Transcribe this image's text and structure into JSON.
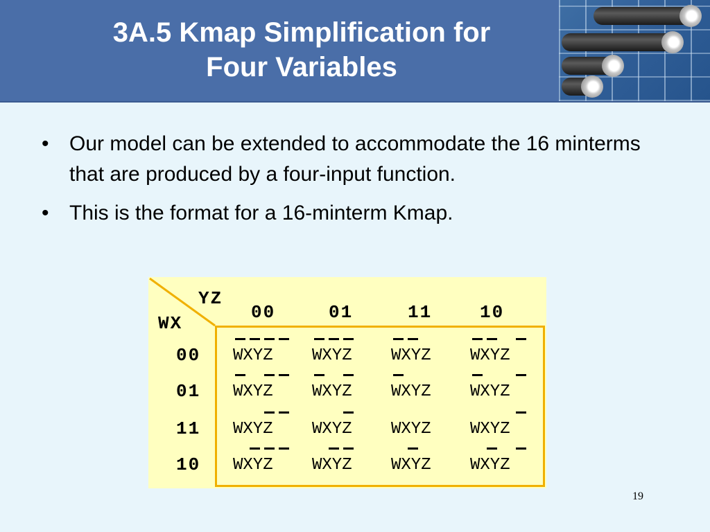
{
  "slide": {
    "title_line1": "3A.5 Kmap Simplification for",
    "title_line2": "Four Variables",
    "bullets": [
      "Our model can be extended to accommodate the 16 minterms that are produced by a four-input function.",
      "This is the format for a 16-minterm Kmap."
    ],
    "bullet_symbol": "•",
    "page_number": "19"
  },
  "kmap": {
    "col_var": "YZ",
    "row_var": "WX",
    "col_headers": [
      "00",
      "01",
      "11",
      "10"
    ],
    "row_headers": [
      "00",
      "01",
      "11",
      "10"
    ],
    "cell_text": "WXYZ",
    "complemented": [
      [
        "1111",
        "1110",
        "1100",
        "1101"
      ],
      [
        "1011",
        "1010",
        "1000",
        "1001"
      ],
      [
        "0011",
        "0010",
        "0000",
        "0001"
      ],
      [
        "0111",
        "0110",
        "0100",
        "0101"
      ]
    ],
    "colors": {
      "background": "#ffffc0",
      "border": "#f0b000"
    }
  }
}
